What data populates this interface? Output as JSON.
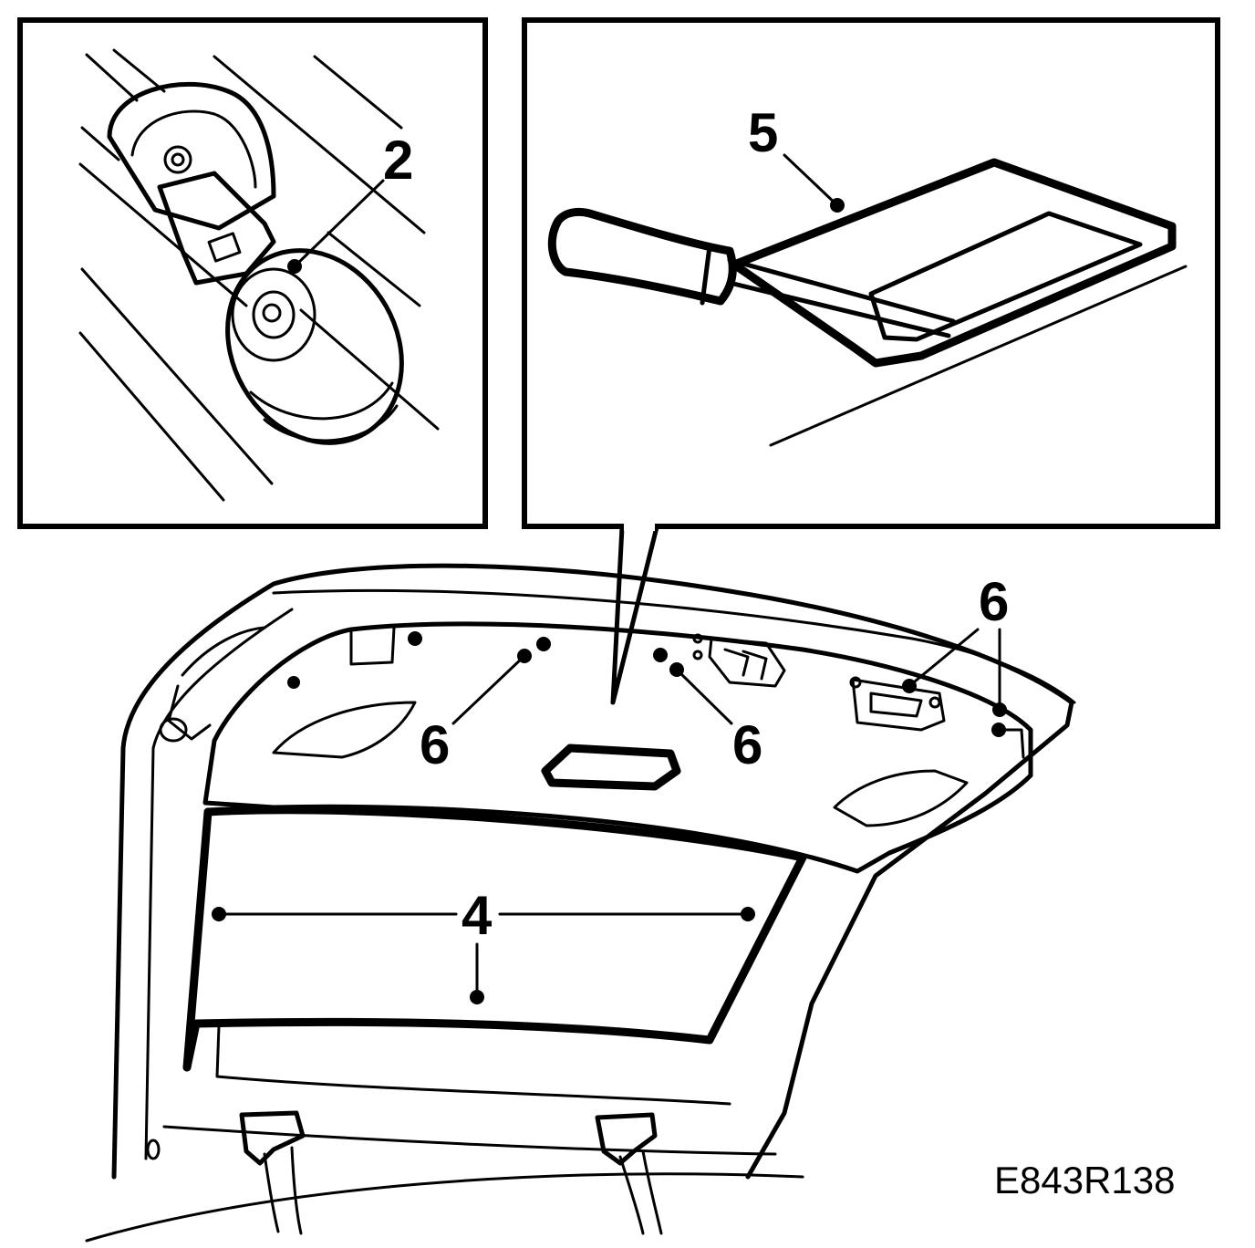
{
  "figure_code": "E843R138",
  "callouts": {
    "c2": "2",
    "c4": "4",
    "c5": "5",
    "c6_left": "6",
    "c6_middle": "6",
    "c6_right": "6"
  }
}
